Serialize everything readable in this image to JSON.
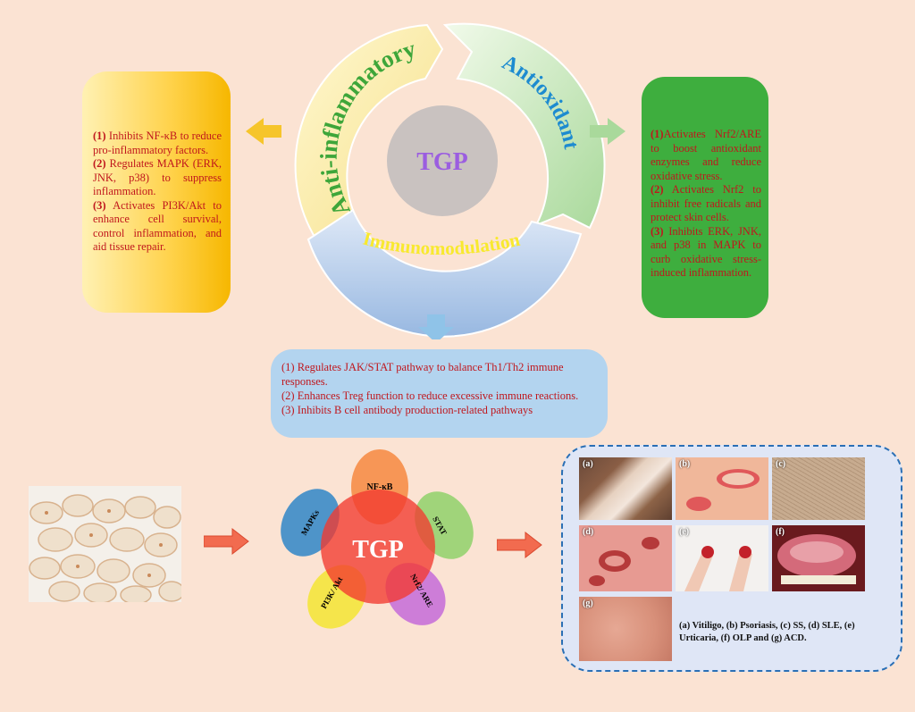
{
  "center_label": "TGP",
  "ring_labels": {
    "left": "Anti-inflammatory",
    "right": "Antioxidant",
    "bottom": "Immunomodulation"
  },
  "anti_inflammatory_panel": {
    "items": [
      {
        "num": "(1)",
        "text": " Inhibits NF-κB to reduce pro-inflammatory factors."
      },
      {
        "num": "(2)",
        "text": " Regulates MAPK (ERK, JNK, p38) to suppress inflammation."
      },
      {
        "num": "(3)",
        "text": " Activates PI3K/Akt to enhance cell survival, control inflammation, and aid tissue repair."
      }
    ]
  },
  "antioxidant_panel": {
    "items": [
      {
        "num": "(1)",
        "text": "Activates Nrf2/ARE to boost antioxidant enzymes and reduce oxidative stress."
      },
      {
        "num": "(2)",
        "text": " Activates Nrf2 to inhibit free radicals and protect skin cells."
      },
      {
        "num": "(3)",
        "text": " Inhibits ERK, JNK, and p38 in MAPK to curb oxidative stress-induced inflammation."
      }
    ]
  },
  "immuno_panel": {
    "lines": [
      "(1) Regulates JAK/STAT pathway to balance Th1/Th2 immune responses.",
      "(2) Enhances Treg function to reduce excessive immune reactions.",
      "(3) Inhibits B cell antibody production-related pathways"
    ]
  },
  "venn": {
    "center": "TGP",
    "petals": [
      "NF-κB",
      "STAT",
      "Nrf2/ ARE",
      "PI3K/ Akt",
      "MAPKs"
    ]
  },
  "diseases": {
    "images": [
      {
        "label": "(a)",
        "name": "vitiligo"
      },
      {
        "label": "(b)",
        "name": "psoriasis"
      },
      {
        "label": "(c)",
        "name": "ss"
      },
      {
        "label": "(d)",
        "name": "sle"
      },
      {
        "label": "(e)",
        "name": "urticaria"
      },
      {
        "label": "(f)",
        "name": "olp"
      },
      {
        "label": "(g)",
        "name": "acd"
      }
    ],
    "caption": "(a) Vitiligo, (b) Psoriasis, (c) SS, (d) SLE, (e) Urticaria, (f) OLP and (g) ACD."
  },
  "colors": {
    "background": "#fbe3d3",
    "yellow": "#f9c500",
    "green": "#3aa83a",
    "blue": "#a9cbe9",
    "red_text": "#c0171d",
    "arrow_red": "#f26b4f"
  }
}
